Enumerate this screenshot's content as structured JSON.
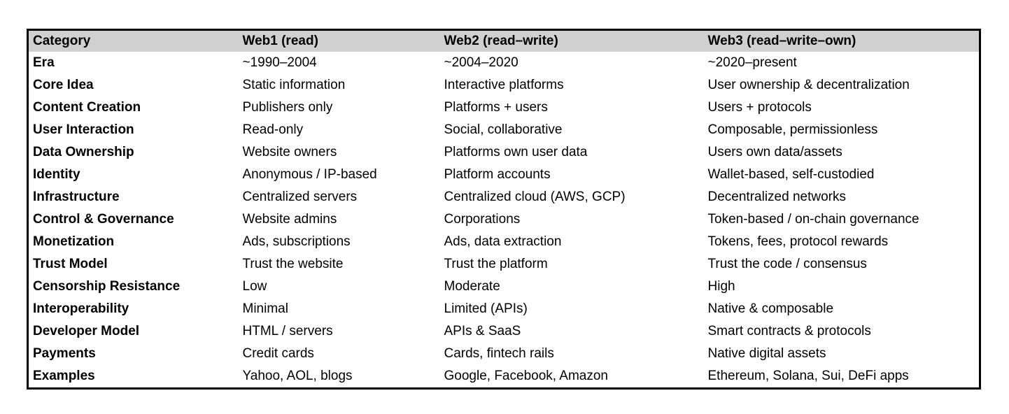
{
  "colors": {
    "header_background": "#d0d0d0",
    "table_border": "#000000",
    "page_background": "#ffffff",
    "text": "#000000"
  },
  "table": {
    "columns": [
      "Category",
      "Web1 (read)",
      "Web2 (read–write)",
      "Web3 (read–write–own)"
    ],
    "rows": [
      {
        "category": "Era",
        "web1": "~1990–2004",
        "web2": "~2004–2020",
        "web3": "~2020–present"
      },
      {
        "category": "Core Idea",
        "web1": "Static information",
        "web2": "Interactive platforms",
        "web3": "User ownership & decentralization"
      },
      {
        "category": "Content Creation",
        "web1": "Publishers only",
        "web2": "Platforms + users",
        "web3": "Users + protocols"
      },
      {
        "category": "User Interaction",
        "web1": "Read-only",
        "web2": "Social, collaborative",
        "web3": "Composable, permissionless"
      },
      {
        "category": "Data Ownership",
        "web1": "Website owners",
        "web2": "Platforms own user data",
        "web3": "Users own data/assets"
      },
      {
        "category": "Identity",
        "web1": "Anonymous / IP-based",
        "web2": "Platform accounts",
        "web3": "Wallet-based, self-custodied"
      },
      {
        "category": "Infrastructure",
        "web1": "Centralized servers",
        "web2": "Centralized cloud (AWS, GCP)",
        "web3": "Decentralized networks"
      },
      {
        "category": "Control & Governance",
        "web1": "Website admins",
        "web2": "Corporations",
        "web3": "Token-based / on-chain governance"
      },
      {
        "category": "Monetization",
        "web1": "Ads, subscriptions",
        "web2": "Ads, data extraction",
        "web3": "Tokens, fees, protocol rewards"
      },
      {
        "category": "Trust Model",
        "web1": "Trust the website",
        "web2": "Trust the platform",
        "web3": "Trust the code / consensus"
      },
      {
        "category": "Censorship Resistance",
        "web1": "Low",
        "web2": "Moderate",
        "web3": "High"
      },
      {
        "category": "Interoperability",
        "web1": "Minimal",
        "web2": "Limited (APIs)",
        "web3": "Native & composable"
      },
      {
        "category": "Developer Model",
        "web1": "HTML / servers",
        "web2": "APIs & SaaS",
        "web3": "Smart contracts & protocols"
      },
      {
        "category": "Payments",
        "web1": "Credit cards",
        "web2": "Cards, fintech rails",
        "web3": "Native digital assets"
      },
      {
        "category": "Examples",
        "web1": "Yahoo, AOL, blogs",
        "web2": "Google, Facebook, Amazon",
        "web3": "Ethereum, Solana, Sui, DeFi apps"
      }
    ]
  }
}
